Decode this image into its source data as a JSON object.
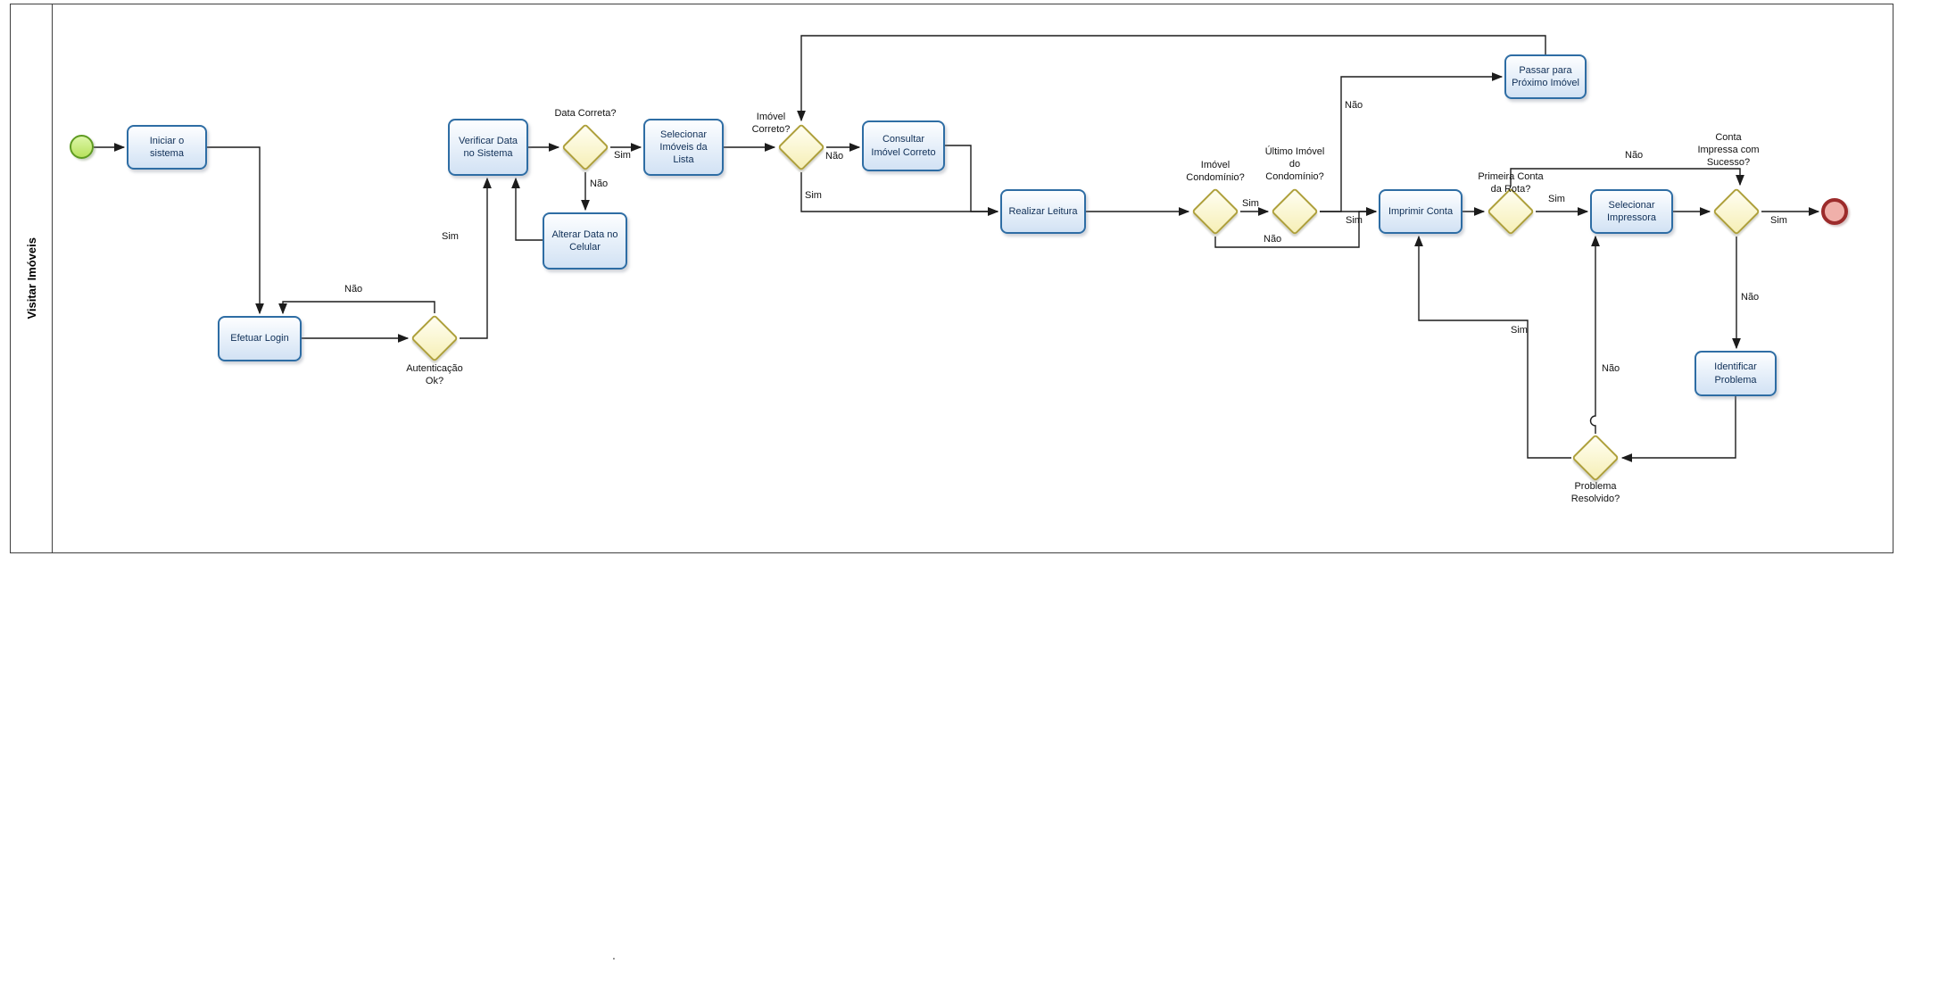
{
  "pool": {
    "title": "Visitar Imóveis"
  },
  "tasks": {
    "iniciar": "Iniciar o sistema",
    "efetuar_login": "Efetuar Login",
    "verificar_data": "Verificar Data no Sistema",
    "alterar_data": "Alterar Data no Celular",
    "selecionar_imoveis": "Selecionar Imóveis da Lista",
    "consultar_imovel": "Consultar Imóvel Correto",
    "realizar_leitura": "Realizar Leitura",
    "imprimir_conta": "Imprimir Conta",
    "passar_proximo": "Passar para Próximo Imóvel",
    "selecionar_impressora": "Selecionar Impressora",
    "identificar_problema": "Identificar Problema"
  },
  "gateways": {
    "autenticacao": "Autenticação Ok?",
    "data_correta": "Data Correta?",
    "imovel_correto": "Imóvel Correto?",
    "imovel_condominio": "Imóvel Condomínio?",
    "ultimo_imovel": "Último Imóvel do Condomínio?",
    "primeira_conta": "Primeira Conta da Rota?",
    "conta_impressa": "Conta Impressa com Sucesso?",
    "problema_resolvido": "Problema Resolvido?"
  },
  "answers": {
    "yes": "Sim",
    "no": "Não"
  },
  "stray": {
    "dot": "."
  },
  "colors": {
    "task_border": "#2e6da4",
    "task_fill": "#d2e2f4",
    "gateway_border": "#aea03b",
    "gateway_fill": "#f6efb6",
    "start_border": "#5e9b21",
    "start_fill": "#b8e25e",
    "end_border": "#9c2b2b",
    "end_fill": "#f0b0aa",
    "line": "#1c1c1c"
  }
}
